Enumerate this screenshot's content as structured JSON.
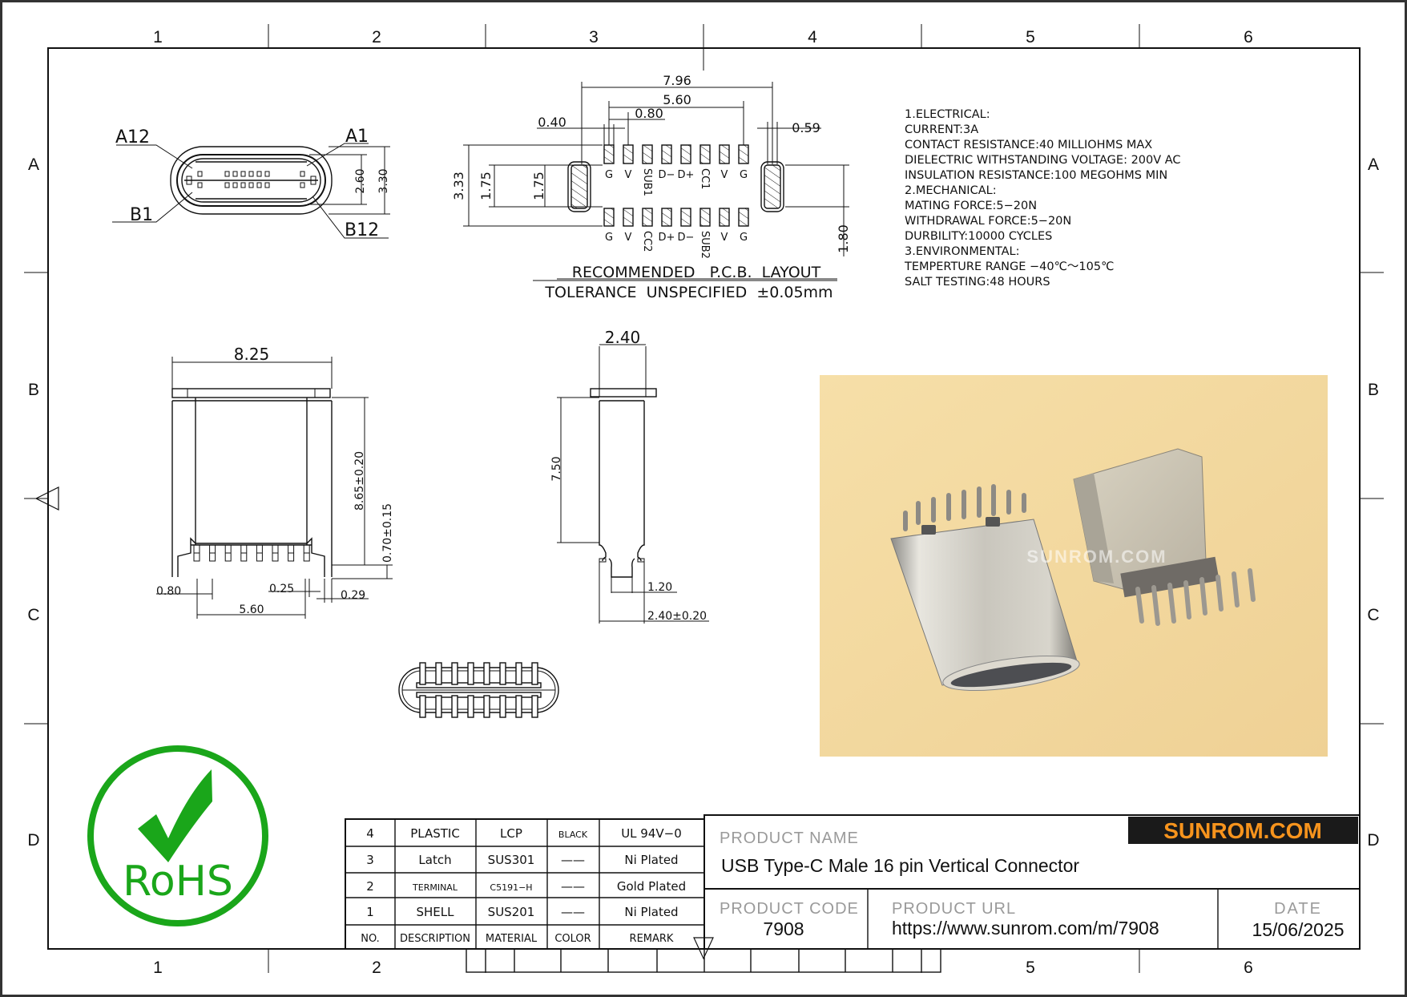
{
  "zones": {
    "columns": [
      "1",
      "2",
      "3",
      "4",
      "5",
      "6"
    ],
    "rows": [
      "A",
      "B",
      "C",
      "D"
    ]
  },
  "end_view": {
    "labels": {
      "a12": "A12",
      "a1": "A1",
      "b1": "B1",
      "b12": "B12"
    },
    "dim_inner_height": "2.60",
    "dim_outer_height": "3.30"
  },
  "pcb_layout": {
    "dims": {
      "overall": "7.96",
      "pin_span": "5.60",
      "pitch": "0.80",
      "pad_width": "0.40",
      "slot_width": "0.59",
      "row_span": "3.33",
      "slot_len_a": "1.75",
      "slot_len_b": "1.75",
      "slot_len_right": "1.80"
    },
    "top_pins": [
      "G",
      "V",
      "SUB1",
      "D−",
      "D+",
      "CC1",
      "V",
      "G"
    ],
    "bottom_pins": [
      "G",
      "V",
      "CC2",
      "D+",
      "D−",
      "SUB2",
      "V",
      "G"
    ],
    "title": "RECOMMENDED   P.C.B.  LAYOUT",
    "tolerance": "TOLERANCE  UNSPECIFIED  ±0.05mm"
  },
  "specs": [
    "1.ELECTRICAL:",
    "  CURRENT:3A",
    "  CONTACT  RESISTANCE:40  MILLIOHMS  MAX",
    "  DIELECTRIC  WITHSTANDING  VOLTAGE:  200V  AC",
    "  INSULATION  RESISTANCE:100  MEGOHMS  MIN",
    "2.MECHANICAL:",
    "  MATING  FORCE:5−20N",
    "  WITHDRAWAL  FORCE:5−20N",
    "  DURBILITY:10000  CYCLES",
    "3.ENVIRONMENTAL:",
    "  TEMPERTURE  RANGE  −40℃～105℃",
    "  SALT  TESTING:48  HOURS"
  ],
  "front_view": {
    "width": "8.25",
    "height": "8.65±0.20",
    "standoff": "0.70±0.15",
    "pitch": "0.80",
    "pin_width": "0.25",
    "tab_width": "0.29",
    "pin_span": "5.60"
  },
  "side_view": {
    "width": "2.40",
    "height": "7.50",
    "neck": "1.20",
    "foot": "2.40±0.20"
  },
  "photo": {
    "watermark": "SUNROM.COM"
  },
  "rohs": {
    "text": "RoHS",
    "color": "#1aa61a"
  },
  "bom": {
    "headers": [
      "NO.",
      "DESCRIPTION",
      "MATERIAL",
      "COLOR",
      "REMARK"
    ],
    "rows": [
      {
        "no": "4",
        "description": "PLASTIC",
        "material": "LCP",
        "color": "BLACK",
        "remark": "UL  94V−0"
      },
      {
        "no": "3",
        "description": "Latch",
        "material": "SUS301",
        "color": "——",
        "remark": "Ni  Plated"
      },
      {
        "no": "2",
        "description": "TERMINAL",
        "material": "C5191−H",
        "color": "——",
        "remark": "Gold  Plated"
      },
      {
        "no": "1",
        "description": "SHELL",
        "material": "SUS201",
        "color": "——",
        "remark": "Ni  Plated"
      }
    ]
  },
  "title_block": {
    "brand": "SUNROM.COM",
    "brand_color": "#f7941d",
    "product_name_label": "PRODUCT NAME",
    "product_name": "USB Type-C Male 16 pin Vertical Connector",
    "product_code_label": "PRODUCT CODE",
    "product_code": "7908",
    "product_url_label": "PRODUCT URL",
    "product_url": "https://www.sunrom.com/m/7908",
    "date_label": "DATE",
    "date": "15/06/2025"
  }
}
